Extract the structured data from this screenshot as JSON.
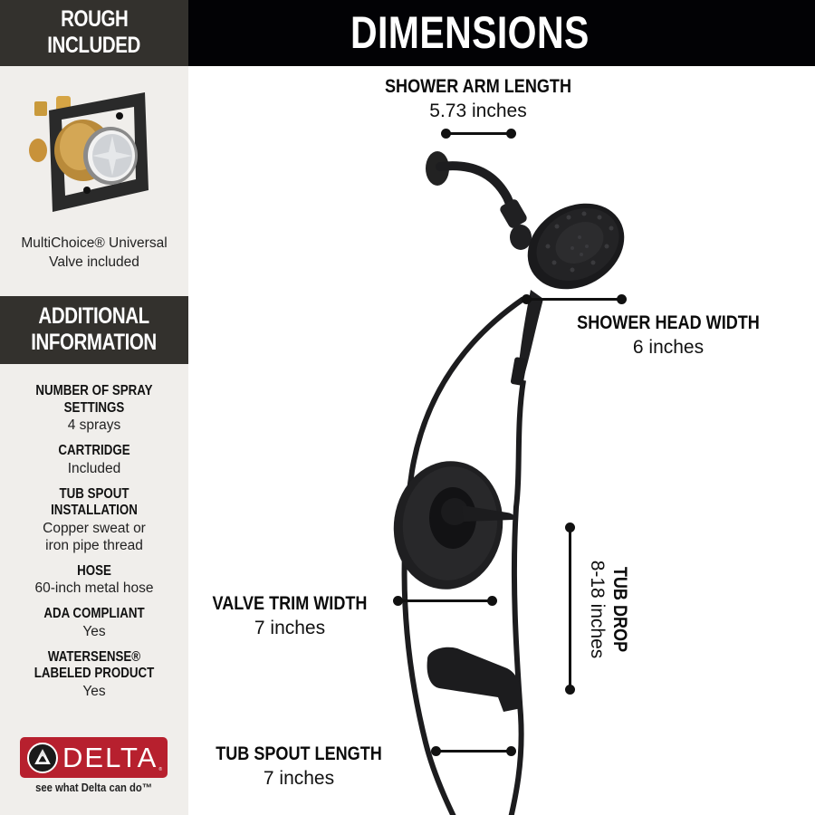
{
  "sidebar": {
    "rough_header": [
      "ROUGH",
      "INCLUDED"
    ],
    "valve_image": "multichoice-universal-valve-image",
    "valve_caption": [
      "MultiChoice® Universal",
      "Valve included"
    ],
    "additional_header": [
      "ADDITIONAL",
      "INFORMATION"
    ],
    "info": [
      {
        "label": [
          "NUMBER OF SPRAY",
          "SETTINGS"
        ],
        "value": [
          "4 sprays"
        ]
      },
      {
        "label": [
          "CARTRIDGE"
        ],
        "value": [
          "Included"
        ]
      },
      {
        "label": [
          "TUB SPOUT",
          "INSTALLATION"
        ],
        "value": [
          "Copper sweat or",
          "iron pipe thread"
        ]
      },
      {
        "label": [
          "HOSE"
        ],
        "value": [
          "60-inch metal hose"
        ]
      },
      {
        "label": [
          "ADA COMPLIANT"
        ],
        "value": [
          "Yes"
        ]
      },
      {
        "label": [
          "WATERSENSE®",
          "LABELED PRODUCT"
        ],
        "value": [
          "Yes"
        ]
      }
    ],
    "brand": {
      "name": "DELTA",
      "reg": "®",
      "tagline": "see what Delta can do™",
      "color": "#b7202e"
    }
  },
  "header": {
    "title": "DIMENSIONS"
  },
  "dimensions": {
    "shower_arm": {
      "label": "SHOWER ARM LENGTH",
      "value": "5.73 inches"
    },
    "shower_head": {
      "label": "SHOWER HEAD WIDTH",
      "value": "6 inches"
    },
    "valve_trim": {
      "label": "VALVE TRIM WIDTH",
      "value": "7 inches"
    },
    "tub_spout": {
      "label": "TUB SPOUT LENGTH",
      "value": "7 inches"
    },
    "tub_drop": {
      "label": "TUB DROP",
      "value": "8-18 inches"
    }
  },
  "colors": {
    "sidebar_bg": "#f0eeeb",
    "sidebar_header_bg": "#33312d",
    "main_header_bg": "#020205",
    "fixture_black": "#1b1b1d"
  }
}
